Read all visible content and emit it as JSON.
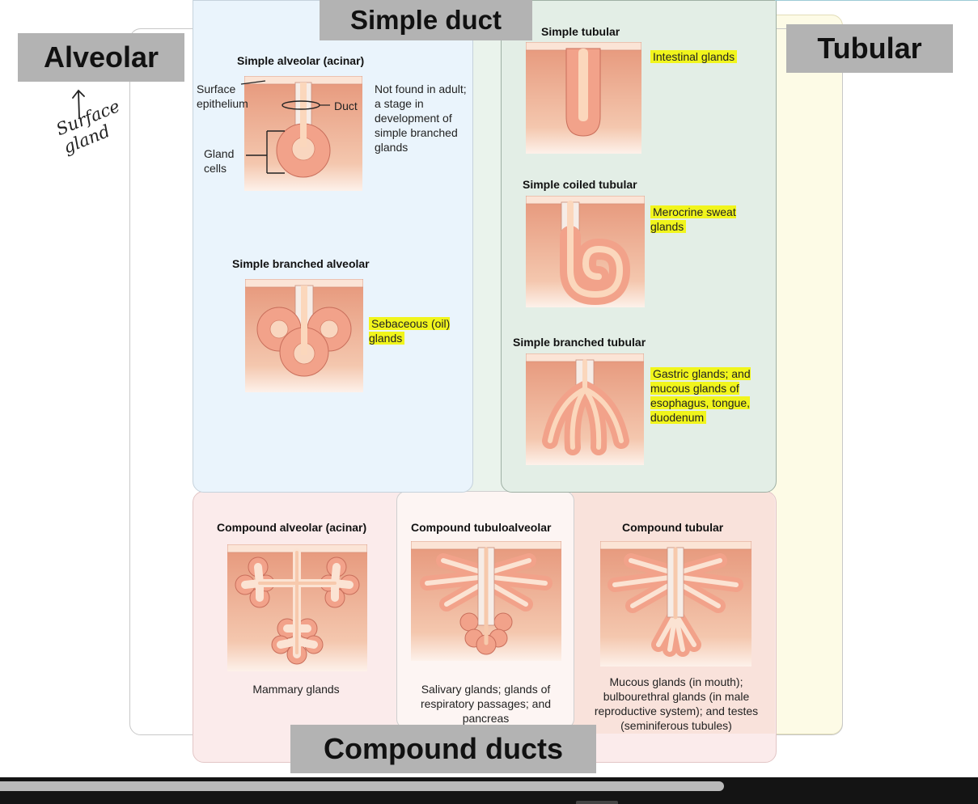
{
  "categories": {
    "simple_duct": "Simple duct",
    "alveolar": "Alveolar",
    "tubular": "Tubular",
    "compound_ducts": "Compound ducts"
  },
  "handwritten_note": "Surface gland",
  "simple_alveolar": {
    "title": "Simple alveolar (acinar)",
    "label_surface": "Surface epithelium",
    "label_duct": "Duct",
    "label_gland_cells": "Gland cells",
    "description": "Not found in adult; a stage in development of simple branched glands"
  },
  "simple_branched_alveolar": {
    "title": "Simple branched alveolar",
    "example": "Sebaceous (oil) glands"
  },
  "simple_tubular": {
    "title": "Simple tubular",
    "example": "Intestinal glands"
  },
  "simple_coiled_tubular": {
    "title": "Simple coiled tubular",
    "example": "Merocrine sweat glands"
  },
  "simple_branched_tubular": {
    "title": "Simple branched tubular",
    "example": "Gastric glands; and mucous glands of esophagus, tongue, duodenum"
  },
  "compound_alveolar": {
    "title": "Compound alveolar (acinar)",
    "example": "Mammary glands"
  },
  "compound_tubuloalveolar": {
    "title": "Compound tubuloalveolar",
    "example": "Salivary glands; glands of respiratory passages; and pancreas"
  },
  "compound_tubular": {
    "title": "Compound tubular",
    "example": "Mucous glands (in mouth); bulbourethral glands (in male reproductive system); and testes (seminiferous tubules)"
  },
  "progress": {
    "value_fraction": 0.74
  }
}
